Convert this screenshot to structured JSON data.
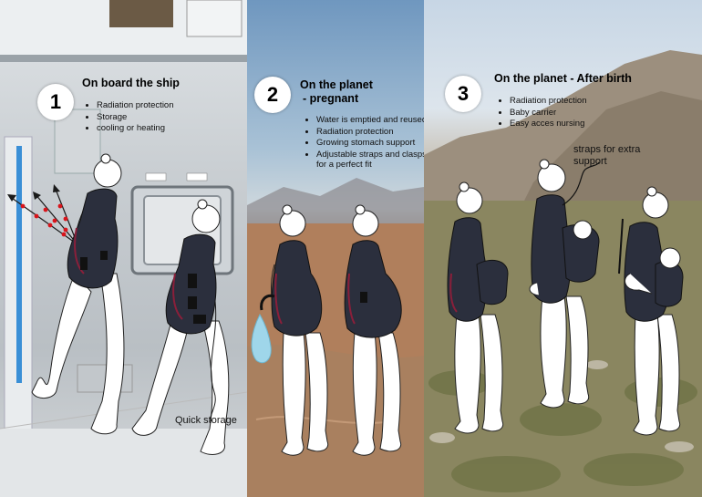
{
  "panels": [
    {
      "number": "1",
      "title": "On board the ship",
      "features": [
        "Radiation protection",
        "Storage",
        "cooling or heating"
      ],
      "annotation": "Quick storage"
    },
    {
      "number": "2",
      "title_line1": "On the planet",
      "title_line2": "- pregnant",
      "features": [
        "Water is emptied and reused",
        "Radiation protection",
        "Growing stomach support",
        "Adjustable straps and clasps for a perfect fit"
      ]
    },
    {
      "number": "3",
      "title": "On the planet - After birth",
      "features": [
        "Radiation protection",
        "Baby carrier",
        "Easy acces nursing"
      ],
      "annotation": "straps for extra support"
    }
  ],
  "colors": {
    "suit": "#2b2f3d",
    "suit_accent": "#8a1f3a",
    "water": "#9fd6ea",
    "arrow_dots": "#d8141b"
  }
}
